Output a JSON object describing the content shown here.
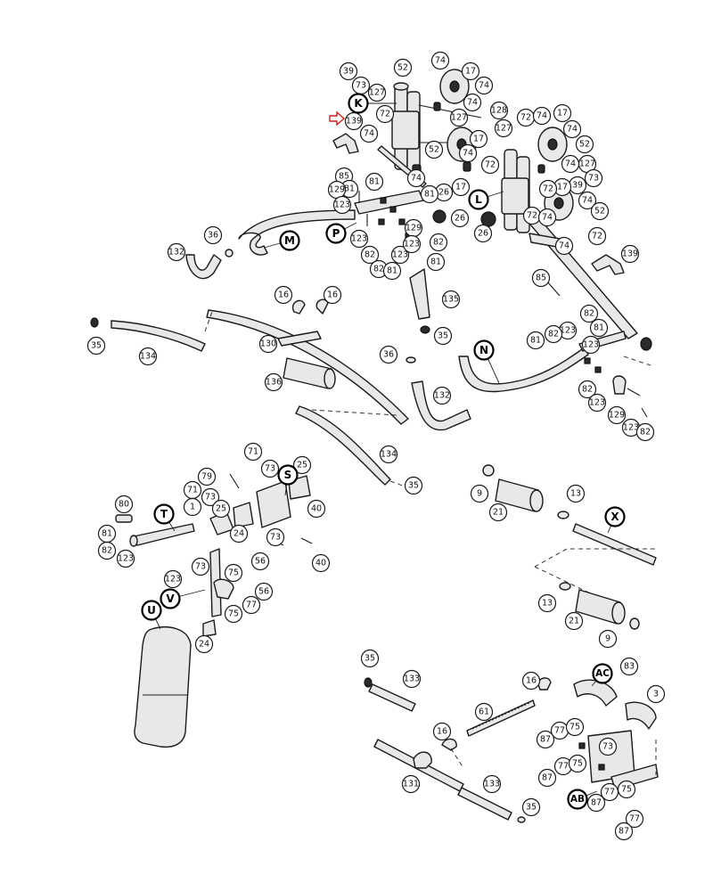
{
  "diagram": {
    "assembly_labels": [
      "K",
      "L",
      "M",
      "N",
      "P",
      "S",
      "T",
      "U",
      "V",
      "X",
      "AB",
      "AC"
    ],
    "highlight_color": "#c8201e",
    "callouts": {
      "k1": "39",
      "k2": "52",
      "k3": "74",
      "k4": "17",
      "k5": "73",
      "k6": "127",
      "k7": "74",
      "k8": "74",
      "k9": "139",
      "k10": "72",
      "k11": "74",
      "k12": "127",
      "k13": "128",
      "k14": "127",
      "k15": "17",
      "k16": "52",
      "k17": "74",
      "k18": "72",
      "k19": "74",
      "k20": "26",
      "k21": "17",
      "k22": "26",
      "l1": "72",
      "l2": "74",
      "l3": "17",
      "l4": "74",
      "l5": "52",
      "l6": "127",
      "l7": "73",
      "l8": "74",
      "l9": "39",
      "l10": "17",
      "l11": "72",
      "l12": "74",
      "l13": "52",
      "l14": "26",
      "l15": "72",
      "l16": "74",
      "l17": "72",
      "l18": "139",
      "l19": "74",
      "l20": "85",
      "p1": "85",
      "p2": "81",
      "p3": "129",
      "p4": "123",
      "p5": "81",
      "p6": "123",
      "p7": "82",
      "p8": "82",
      "p9": "81",
      "p10": "123",
      "p11": "129",
      "p12": "123",
      "p13": "82",
      "p14": "81",
      "p15": "81",
      "m1": "36",
      "m2": "132",
      "b1": "135",
      "b2": "35",
      "b3": "16",
      "b4": "16",
      "b5": "35",
      "b6": "134",
      "b7": "130",
      "b8": "136",
      "b9": "36",
      "b10": "132",
      "b11": "134",
      "b12": "35",
      "n1": "123",
      "n2": "82",
      "n3": "81",
      "n4": "82",
      "n5": "81",
      "n6": "123",
      "n7": "82",
      "n8": "123",
      "n9": "129",
      "n10": "123",
      "n11": "82",
      "x1": "9",
      "x2": "13",
      "x3": "21",
      "x4": "13",
      "x5": "21",
      "x6": "9",
      "s1": "71",
      "s2": "73",
      "s3": "79",
      "s4": "25",
      "s5": "71",
      "s6": "73",
      "s7": "25",
      "s8": "40",
      "s9": "1",
      "s10": "24",
      "s11": "73",
      "s12": "40",
      "s13": "80",
      "s14": "81",
      "s15": "82",
      "s16": "123",
      "s17": "73",
      "s18": "75",
      "s19": "56",
      "s20": "123",
      "s21": "77",
      "s22": "56",
      "s23": "75",
      "s24": "24",
      "r1": "35",
      "r2": "133",
      "r3": "16",
      "r4": "61",
      "r5": "16",
      "r6": "131",
      "r7": "133",
      "r8": "35",
      "a1": "83",
      "a2": "3",
      "a3": "77",
      "a4": "75",
      "a5": "87",
      "a6": "73",
      "a7": "77",
      "a8": "75",
      "a9": "87",
      "a10": "77",
      "a11": "75",
      "a12": "87",
      "a13": "77",
      "a14": "87"
    }
  }
}
